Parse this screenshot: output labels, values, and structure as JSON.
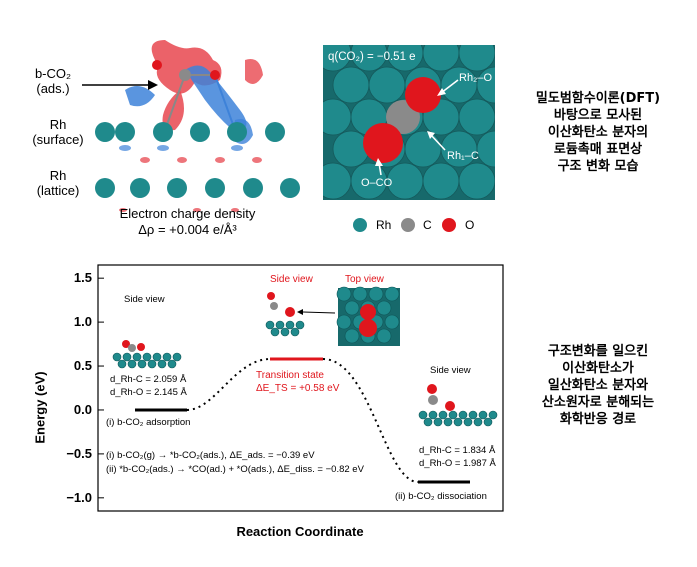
{
  "top_left": {
    "label_bco2": "b-CO₂",
    "label_ads": "(ads.)",
    "label_rh_surface": "Rh",
    "label_surface": "(surface)",
    "label_rh_lattice": "Rh",
    "label_lattice": "(lattice)",
    "caption_line1": "Electron charge density",
    "caption_line2": "Δρ = +0.004 e/Å³"
  },
  "top_right": {
    "charge": "q(CO₂) = −0.51 e",
    "label_rh2o": "Rh₂–O",
    "label_rh1c": "Rh₁–C",
    "label_oco": "O–CO"
  },
  "legend": {
    "rh": "Rh",
    "c": "C",
    "o": "O"
  },
  "korean_top": [
    "밀도범함수이론(DFT)",
    "바탕으로 모사된",
    "이산화탄소 분자의",
    "로듐촉매 표면상",
    "구조 변화 모습"
  ],
  "korean_bottom": [
    "구조변화를 일으킨",
    "이산화탄소가",
    "일산화탄소 분자와",
    "산소원자로 분해되는",
    "화학반응 경로"
  ],
  "energy_plot": {
    "ylabel": "Energy (eV)",
    "xlabel": "Reaction Coordinate",
    "yticks": [
      "1.5",
      "1.0",
      "0.5",
      "0.0",
      "−0.5",
      "−1.0"
    ],
    "side_view_1": "Side view",
    "side_view_ts": "Side view",
    "top_view_ts": "Top view",
    "side_view_3": "Side view",
    "ts_label": "Transition  state",
    "ts_energy": "ΔE_TS = +0.58 eV",
    "ads_d1": "d_Rh-C = 2.059 Å",
    "ads_d2": "d_Rh-O = 2.145 Å",
    "ads_state": "(i) b-CO₂  adsorption",
    "diss_d1": "d_Rh-C = 1.834  Å",
    "diss_d2": "d_Rh-O = 1.987  Å",
    "diss_state": "(ii)  b-CO₂  dissociation",
    "eq1": "(i) b-CO₂(g) → *b-CO₂(ads.),  ΔE_ads. = −0.39  eV",
    "eq2": "(ii) *b-CO₂(ads.) → *CO(ad.) + *O(ads.), ΔE_diss. = −0.82  eV"
  },
  "chart_data": {
    "type": "line",
    "xlabel": "Reaction Coordinate",
    "ylabel": "Energy (eV)",
    "ylim": [
      -1.15,
      1.65
    ],
    "yticks": [
      1.5,
      1.0,
      0.5,
      0.0,
      -0.5,
      -1.0
    ],
    "states": [
      {
        "name": "(i) b-CO₂ adsorption",
        "energy": 0.0
      },
      {
        "name": "Transition state",
        "energy": 0.58
      },
      {
        "name": "(ii) b-CO₂ dissociation",
        "energy": -0.82
      }
    ]
  },
  "colors": {
    "rh": "#1f8a8c",
    "c": "#8a8a8a",
    "o": "#e0161d",
    "ts": "#e0161d",
    "iso_red": "#e8474f",
    "iso_blue": "#3d82d9"
  }
}
